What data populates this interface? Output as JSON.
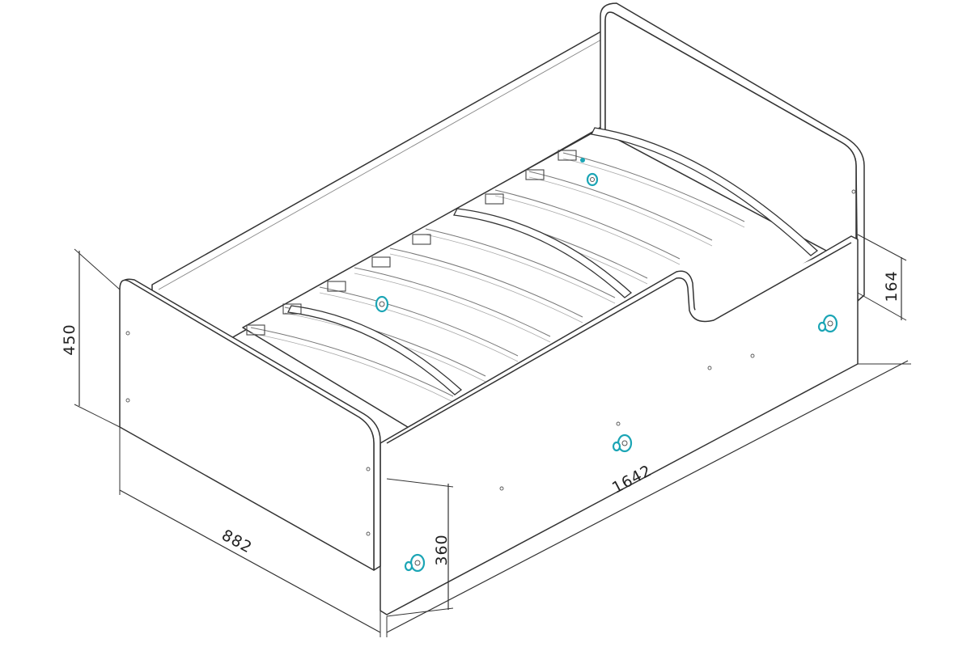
{
  "dimensions": {
    "bed_length": "1642",
    "bed_width": "882",
    "headboard_height": "450",
    "side_height": "360",
    "side_cutout_height": "164"
  },
  "colors": {
    "line": "#333333",
    "caster_accent": "#1ba5b5",
    "background": "#ffffff"
  }
}
